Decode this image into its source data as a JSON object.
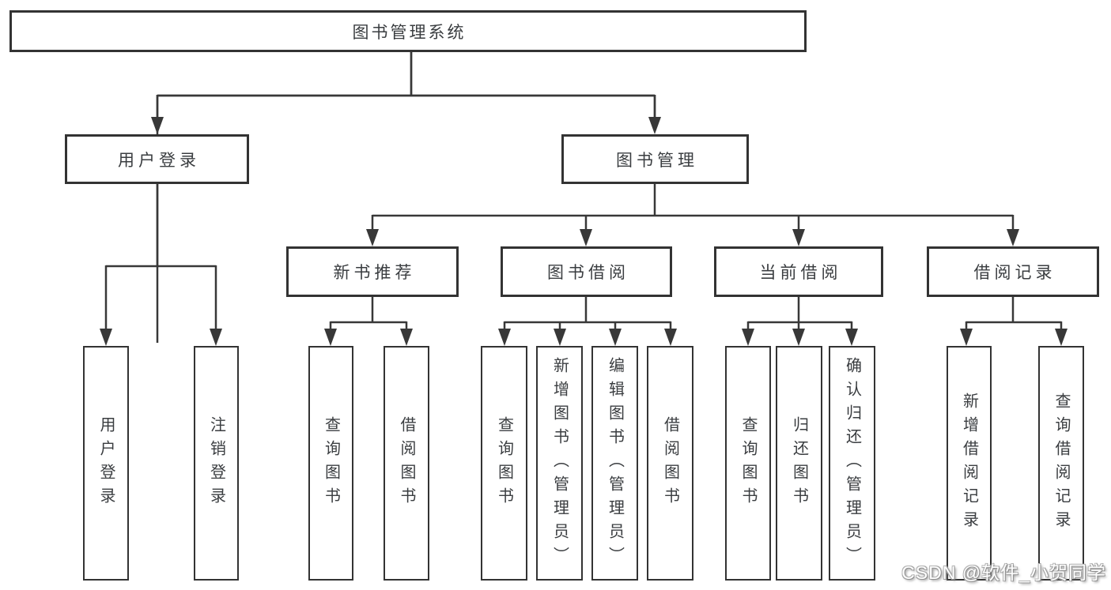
{
  "title": "图书管理系统",
  "colors": {
    "line": "#383838",
    "box_border": "#333333",
    "text": "#3a3d40",
    "background": "#ffffff",
    "watermark_text": "#ffffff"
  },
  "tree": {
    "root": {
      "label": "图书管理系统"
    },
    "branches": [
      {
        "label": "用户登录",
        "children": [
          {
            "label": "用户登录"
          },
          {
            "label": "注销登录"
          }
        ]
      },
      {
        "label": "图书管理",
        "children": [
          {
            "label": "新书推荐",
            "children": [
              {
                "label": "查询图书"
              },
              {
                "label": "借阅图书"
              }
            ]
          },
          {
            "label": "图书借阅",
            "children": [
              {
                "label": "查询图书"
              },
              {
                "label": "新增图书（管理员）"
              },
              {
                "label": "编辑图书（管理员）"
              },
              {
                "label": "借阅图书"
              }
            ]
          },
          {
            "label": "当前借阅",
            "children": [
              {
                "label": "查询图书"
              },
              {
                "label": "归还图书"
              },
              {
                "label": "确认归还（管理员）"
              }
            ]
          },
          {
            "label": "借阅记录",
            "children": [
              {
                "label": "新增借阅记录"
              },
              {
                "label": "查询借阅记录"
              }
            ]
          }
        ]
      }
    ]
  },
  "watermark": {
    "text": "CSDN @软件_小贺同学"
  }
}
